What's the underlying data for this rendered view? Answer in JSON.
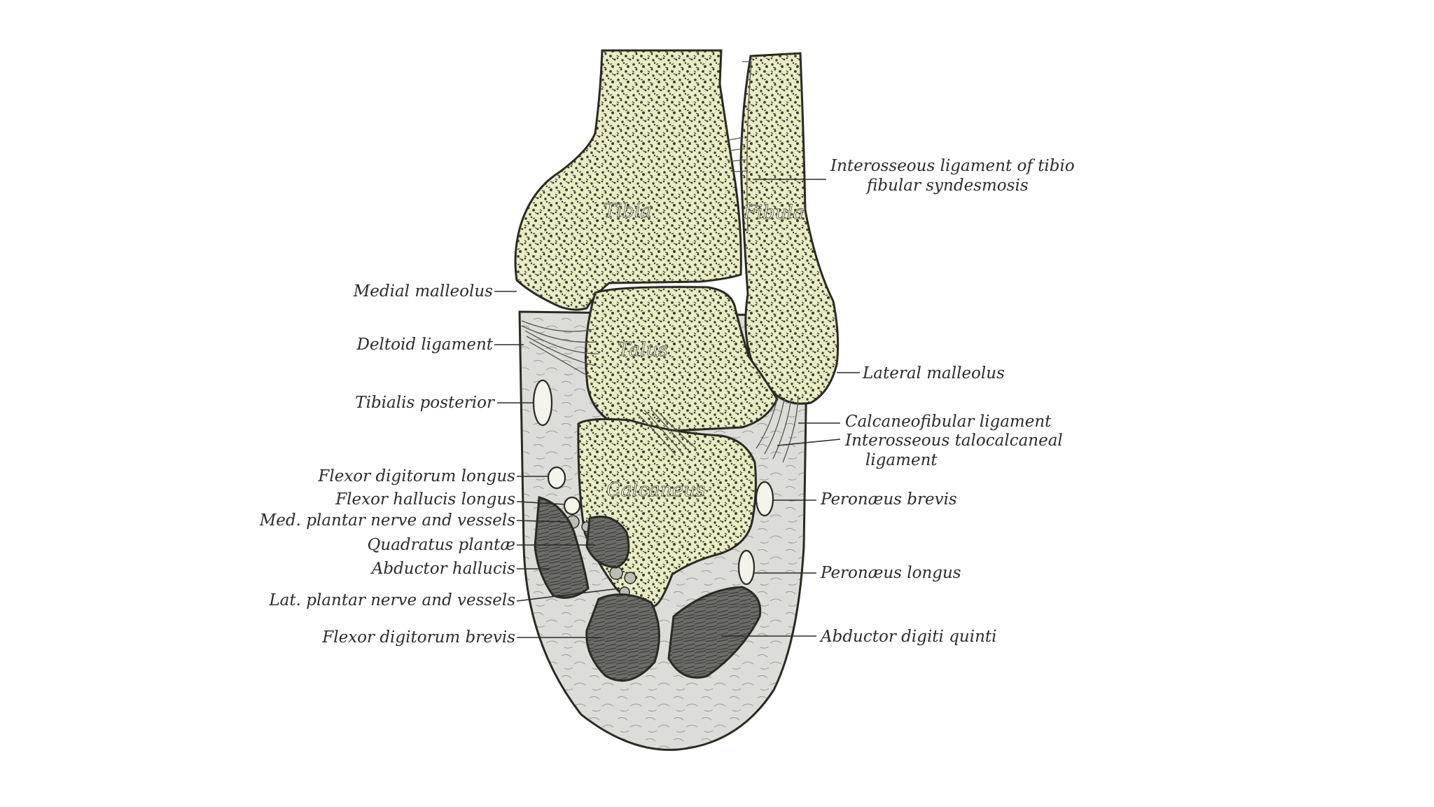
{
  "bones": {
    "tibia": "Tibia",
    "fibula": "Fibula",
    "talus": "Talus",
    "calcaneus": "Calcaneus"
  },
  "labels": {
    "interosseous_ligament_line1": "Interosseous ligament of tibio",
    "interosseous_ligament_line2": "fibular syndesmosis",
    "medial_malleolus": "Medial malleolus",
    "deltoid_ligament": "Deltoid ligament",
    "tibialis_posterior": "Tibialis posterior",
    "flexor_digitorum_longus": "Flexor digitorum longus",
    "flexor_hallucis_longus": "Flexor hallucis longus",
    "med_plantar_nerve": "Med. plantar nerve and vessels",
    "quadratus_plantae": "Quadratus plantæ",
    "abductor_hallucis": "Abductor hallucis",
    "lat_plantar_nerve": "Lat. plantar nerve and vessels",
    "flexor_digitorum_brevis": "Flexor digitorum brevis",
    "lateral_malleolus": "Lateral malleolus",
    "calcaneofibular_ligament": "Calcaneofibular ligament",
    "interosseous_talocalcaneal_line1": "Interosseous talocalcaneal",
    "interosseous_talocalcaneal_line2": "ligament",
    "peronaeus_brevis": "Peronæus brevis",
    "peronaeus_longus": "Peronæus longus",
    "abductor_digiti_quinti": "Abductor digiti quinti"
  },
  "colors": {
    "bone_fill": "#e9ecc4",
    "bone_speckle": "#3c3c2e",
    "soft_tissue": "#d9d9d6",
    "line": "#2a2a22"
  }
}
